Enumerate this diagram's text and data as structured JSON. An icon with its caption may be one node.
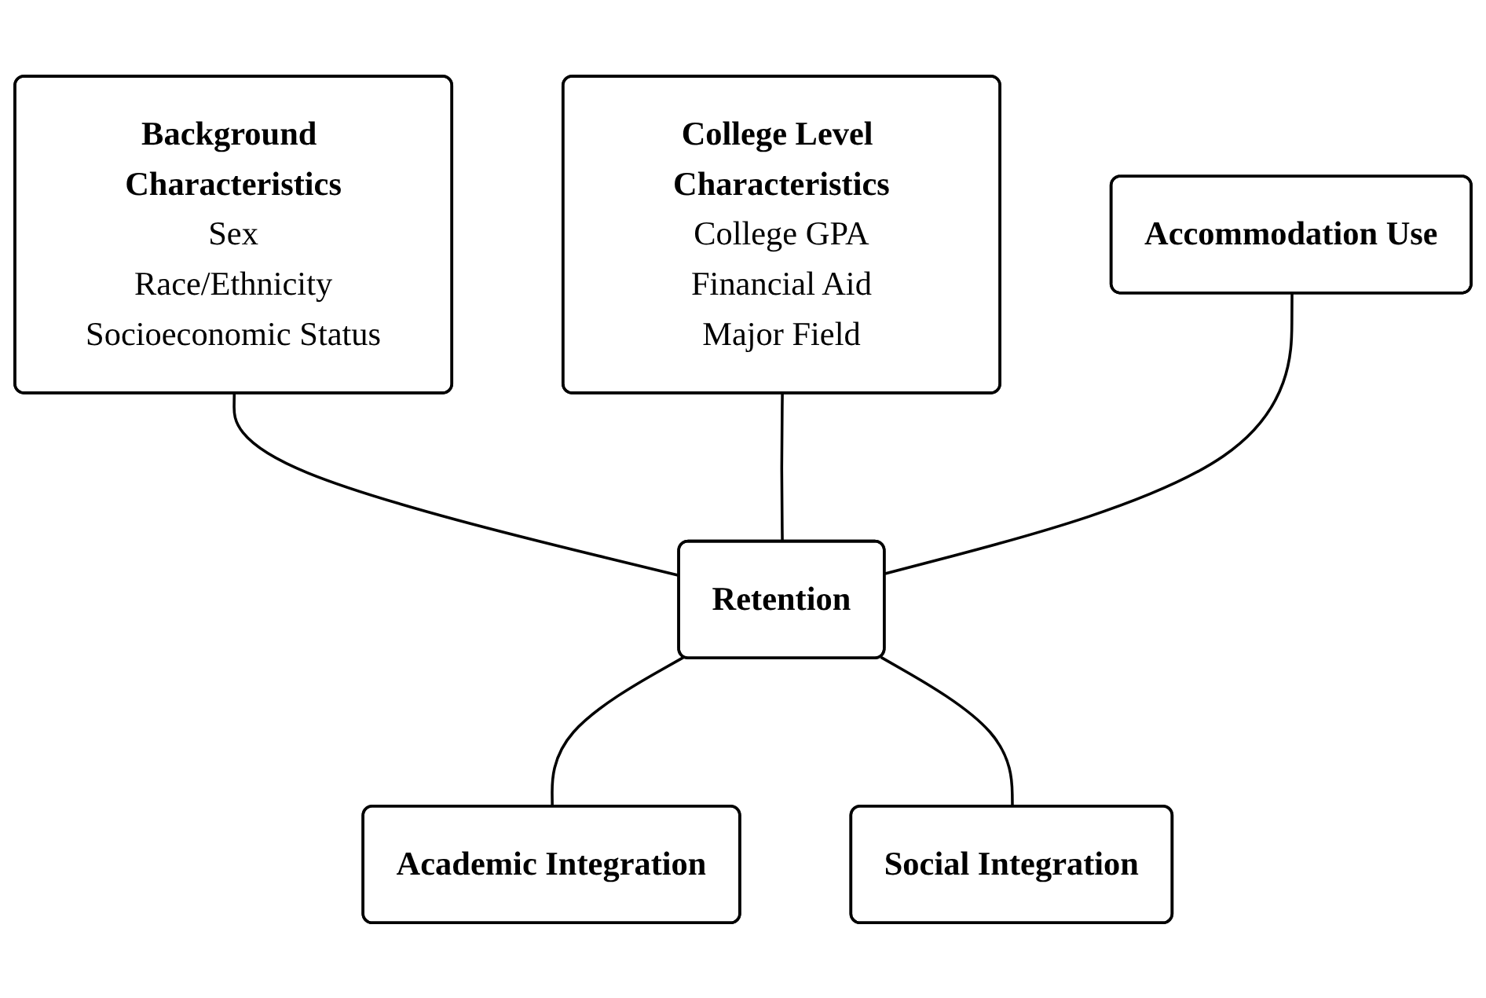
{
  "diagram": {
    "nodes": [
      {
        "text": [
          "Background Characteristics",
          "Sex",
          "Race/Ethnicity",
          "Socioeconomic Status"
        ]
      },
      {
        "text": [
          "College Level Characteristics",
          "College GPA",
          "Financial Aid",
          "Major Field"
        ]
      },
      {
        "text": [
          "Accommodation Use"
        ]
      },
      {
        "text": [
          "Retention"
        ]
      },
      {
        "text": [
          "Academic Integration"
        ]
      },
      {
        "text": [
          "Social Integration"
        ]
      }
    ],
    "edges": [
      {
        "from": 0,
        "to": 3,
        "arrow": "none"
      },
      {
        "from": 1,
        "to": 3,
        "arrow": "none"
      },
      {
        "from": 2,
        "to": 3,
        "arrow": "none"
      },
      {
        "from": 3,
        "to": 4,
        "arrow": "none"
      },
      {
        "from": 3,
        "to": 5,
        "arrow": "none"
      }
    ]
  }
}
